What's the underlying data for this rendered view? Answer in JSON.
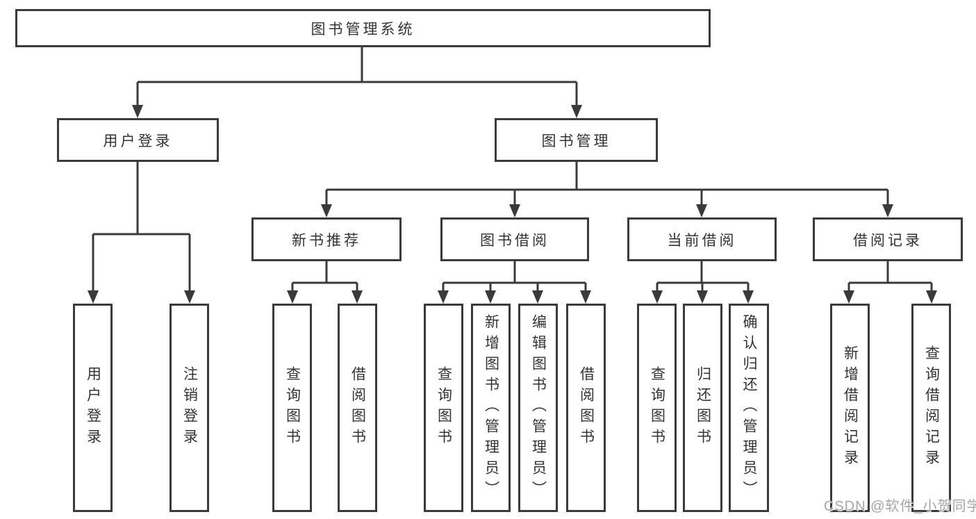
{
  "colors": {
    "line": "#3a3a3a",
    "box_border": "#3b3b3b",
    "text": "#333333",
    "background": "#ffffff",
    "watermark": "#a9a9a9"
  },
  "root": {
    "label": "图书管理系统"
  },
  "branches": [
    {
      "label": "用户登录",
      "children": [
        {
          "label": "用户登录"
        },
        {
          "label": "注销登录"
        }
      ]
    },
    {
      "label": "图书管理",
      "children": [
        {
          "label": "新书推荐",
          "children": [
            {
              "label": "查询图书"
            },
            {
              "label": "借阅图书"
            }
          ]
        },
        {
          "label": "图书借阅",
          "children": [
            {
              "label": "查询图书"
            },
            {
              "label": "新增图书（管理员）"
            },
            {
              "label": "编辑图书（管理员）"
            },
            {
              "label": "借阅图书"
            }
          ]
        },
        {
          "label": "当前借阅",
          "children": [
            {
              "label": "查询图书"
            },
            {
              "label": "归还图书"
            },
            {
              "label": "确认归还（管理员）"
            }
          ]
        },
        {
          "label": "借阅记录",
          "children": [
            {
              "label": "新增借阅记录"
            },
            {
              "label": "查询借阅记录"
            }
          ]
        }
      ]
    }
  ],
  "watermark": {
    "text": "CSDN @软件_小贺同学"
  }
}
